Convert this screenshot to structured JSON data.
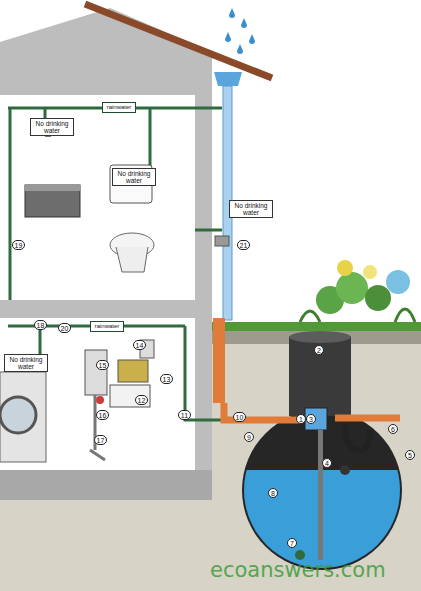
{
  "diagram": {
    "nodes": [
      {
        "text": [
          "rainwater"
        ]
      },
      {
        "text": [
          "No drinking water"
        ]
      },
      {
        "text": [
          "No drinking water"
        ]
      },
      {
        "text": [
          "No drinking water"
        ]
      },
      {
        "text": [
          "rainwater"
        ]
      },
      {
        "text": [
          "No drinking water"
        ]
      }
    ],
    "labels": [
      "1",
      "2",
      "3",
      "4",
      "5",
      "6",
      "7",
      "8",
      "9",
      "10",
      "11",
      "12",
      "13",
      "14",
      "15",
      "16",
      "17",
      "18",
      "19",
      "20",
      "21",
      "ecoanswers.com"
    ]
  }
}
